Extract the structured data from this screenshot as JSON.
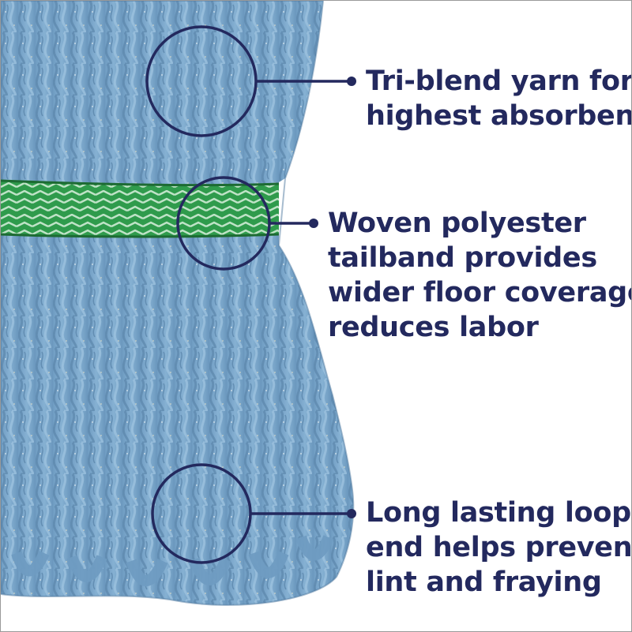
{
  "callouts": [
    {
      "lines": [
        "Tri-blend yarn for",
        "highest absorbency"
      ]
    },
    {
      "lines": [
        "Woven polyester",
        "tailband provides",
        "wider floor coverage,",
        "reduces labor"
      ]
    },
    {
      "lines": [
        "Long lasting looped",
        "end helps prevent",
        "lint and fraying"
      ]
    }
  ],
  "colors": {
    "text": "#23295e",
    "accent_line": "#23295e",
    "mop_yarn": "#7aa6c9",
    "tailband": "#2e9a4a"
  },
  "image": {
    "subject": "blue looped-end mop head with green woven tailband"
  }
}
